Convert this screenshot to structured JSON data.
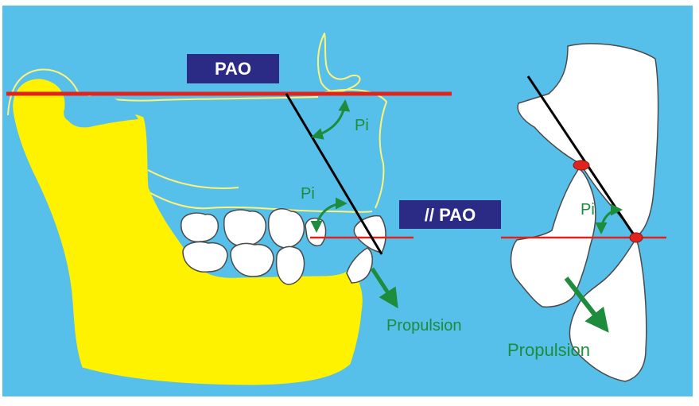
{
  "colors": {
    "background": "#57c0ea",
    "mandible": "#fff200",
    "skull_outline": "#fff27a",
    "plane_line": "#e0241d",
    "guide_line": "#000000",
    "angle_arrow": "#1d8c3c",
    "label_box": "#2b2a84",
    "label_text": "#ffffff",
    "tooth_fill": "#ffffff",
    "contact_point": "#e0241d"
  },
  "labels": {
    "pao": "PAO",
    "parallel_pao": "// PAO",
    "pi_upper": "Pi",
    "pi_lower": "Pi",
    "pi_right": "Pi",
    "propulsion_left": "Propulsion",
    "propulsion_right": "Propulsion"
  },
  "icons": {
    "angle_arrow": "curved-double-arrow-icon",
    "propulsion_arrow": "down-right-arrow-icon"
  }
}
